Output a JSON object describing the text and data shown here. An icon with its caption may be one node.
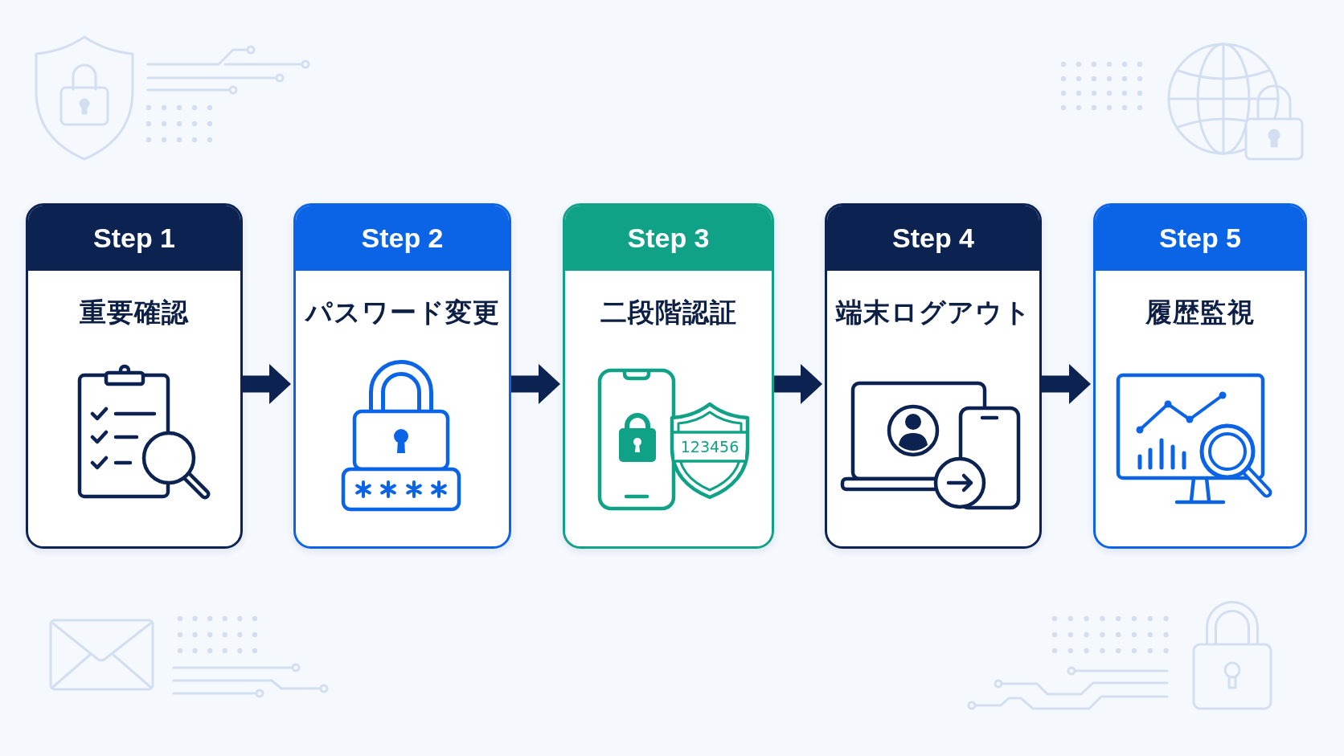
{
  "diagram": {
    "nodes": [
      {
        "text": [
          "Step 1",
          "重要確認"
        ]
      },
      {
        "text": [
          "Step 2",
          "パスワード変更"
        ]
      },
      {
        "text": [
          "Step 3",
          "二段階認証"
        ]
      },
      {
        "text": [
          "Step 4",
          "端末ログアウト"
        ]
      },
      {
        "text": [
          "Step 5",
          "履歴監視"
        ]
      }
    ],
    "edges": [
      {
        "from": 0,
        "to": 1,
        "arrow": "to"
      },
      {
        "from": 1,
        "to": 2,
        "arrow": "to"
      },
      {
        "from": 2,
        "to": 3,
        "arrow": "to"
      },
      {
        "from": 3,
        "to": 4,
        "arrow": "to"
      }
    ],
    "labels": [
      "123456"
    ]
  }
}
